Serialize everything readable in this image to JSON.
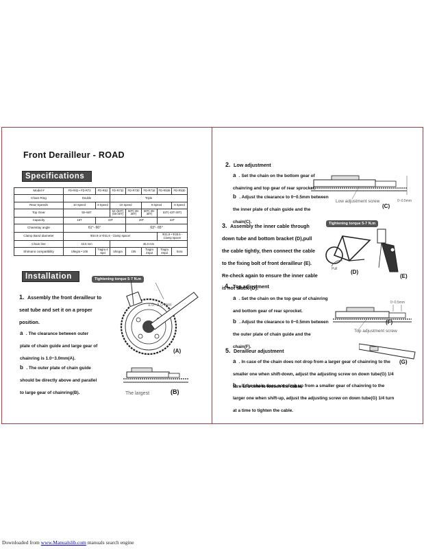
{
  "left": {
    "title": "Front Derailleur - ROAD",
    "specifications_heading": "Specifications",
    "table": {
      "model": {
        "label": "Model #",
        "cells": [
          "FD-R82 • FD-R72",
          "FD-R52",
          "FD-R732",
          "FD-R730",
          "FD-R718",
          "FD-R539",
          "FD-R530"
        ]
      },
      "chain_ring": {
        "label": "Chain Ring",
        "cells": [
          "Double",
          "Triple"
        ]
      },
      "rear_speeds": {
        "label": "Rear Speeds",
        "cells": [
          "10 Speed",
          "9 Speed",
          "10 Speed",
          "9 Speed",
          "8 Speed"
        ]
      },
      "top_gear": {
        "label": "Top Gear",
        "cells": [
          "50~56T",
          "52~(53T) (50-30T)",
          "50T(-39-30T)",
          "50T(-39-30T)",
          "52T(-42T-30T)"
        ]
      },
      "capacity": {
        "label": "Capacity",
        "cells": [
          "16T",
          "23T",
          "20T",
          "22T"
        ]
      },
      "chainstay_angle": {
        "label": "Chainstay angle",
        "cells": [
          "61°- 66°",
          "63°- 65°"
        ]
      },
      "clamp_band": {
        "label": "Clamp Band diameter",
        "cells": [
          "Φ34.9  or  Φ31.8 - Clamp spacer",
          "Φ31.8 • Φ28.6 - Clamp spacer"
        ]
      },
      "chain_line": {
        "label": "Chain line",
        "cells": [
          "43.5 mm",
          "45.0 mm"
        ]
      },
      "shimano": {
        "label": "Shimano compatibility",
        "cells": [
          "Ultegra  •  105",
          "Tiagra 4 Spd",
          "Ultegra",
          "105",
          "Tiagra 4Spd",
          "Tiagra 4Spd",
          "Sora"
        ]
      }
    },
    "installation_heading": "Installation",
    "torque": "Tightening torque 5-7 N.m",
    "step1": {
      "num": "1.",
      "text": "Assembly the front derailleur to seat tube and set it on a proper position."
    },
    "step1a": {
      "letter": "a",
      "text": ". The clearance between outer plate of chain guide and large gear of chainring is 1.0~3.0mm(A)."
    },
    "step1b": {
      "letter": "b",
      "text": ". The outer plate of chain guide should be directly above and parallel to large gear of chainring(B)."
    },
    "dim_a": "1.0~3.0 mm",
    "fig_a": "(A)",
    "fig_b": "(B)",
    "largest": "The largest"
  },
  "right": {
    "step2": {
      "num": "2.",
      "text": "Low adjustment"
    },
    "step2a": {
      "letter": "a",
      "text": ". Set the chain on the bottom gear of chainring and top gear of rear sprocket."
    },
    "step2b": {
      "letter": "b",
      "text": ". Adjust the clearance to 0~0.5mm between the inner plate of chain guide and the chain(C)."
    },
    "low_screw": "Low adjustment screw",
    "dim_c": "0~0.5mm",
    "fig_c": "(C)",
    "step3": {
      "num": "3.",
      "text": "Assembly the inner cable through down tube and bottom bracket (D),pull the cable tightly, then connect the cable to the fixing bolt of front derailleur (E). Re-check again to ensure the inner cable is not slack (D)."
    },
    "torque": "Tightening torque 5-7 N.m",
    "pull": "Pull",
    "fig_d": "(D)",
    "fig_e": "(E)",
    "step4": {
      "num": "4.",
      "text": "Top adjustment"
    },
    "step4a": {
      "letter": "a",
      "text": ". Set the chain on the top gear of chainring and bottom gear of rear sprocket."
    },
    "step4b": {
      "letter": "b",
      "text": ". Adjust the clearance to 0~0.5mm between the outer plate of chain guide and the chain(F)."
    },
    "dim_f": "0~0.5mm",
    "top_screw": "Top adjustment screw",
    "fig_f": "(F)",
    "step5": {
      "num": "5.",
      "text": "Derailleur adjustment"
    },
    "step5a": {
      "letter": "a",
      "text": ". In case of the chain does not drop from a larger gear of chainring to the smaller one when shift-down, adjust the adjusting screw on down tube(G) 1/4 turn at a time to loosen the cable."
    },
    "step5b": {
      "letter": "b",
      "text": ". If the chain does not climb up from a smaller gear of chainring to the larger one when shift-up, adjust the adjusting screw on down tube(G) 1/4 turn at a time to tighten the cable."
    },
    "fig_g": "(G)"
  },
  "footer": {
    "prefix": "Downloaded from ",
    "link": "www.Manualslib.com",
    "suffix": " manuals search engine"
  }
}
